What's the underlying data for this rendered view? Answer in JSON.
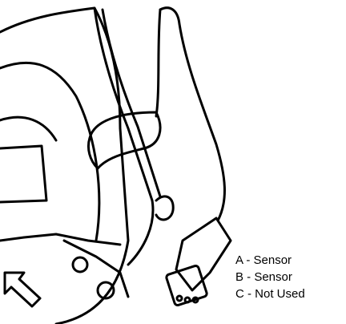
{
  "legend": [
    {
      "letter": "A",
      "label": "A - Sensor"
    },
    {
      "letter": "B",
      "label": "B - Sensor"
    },
    {
      "letter": "C",
      "label": "C - Not Used"
    }
  ]
}
